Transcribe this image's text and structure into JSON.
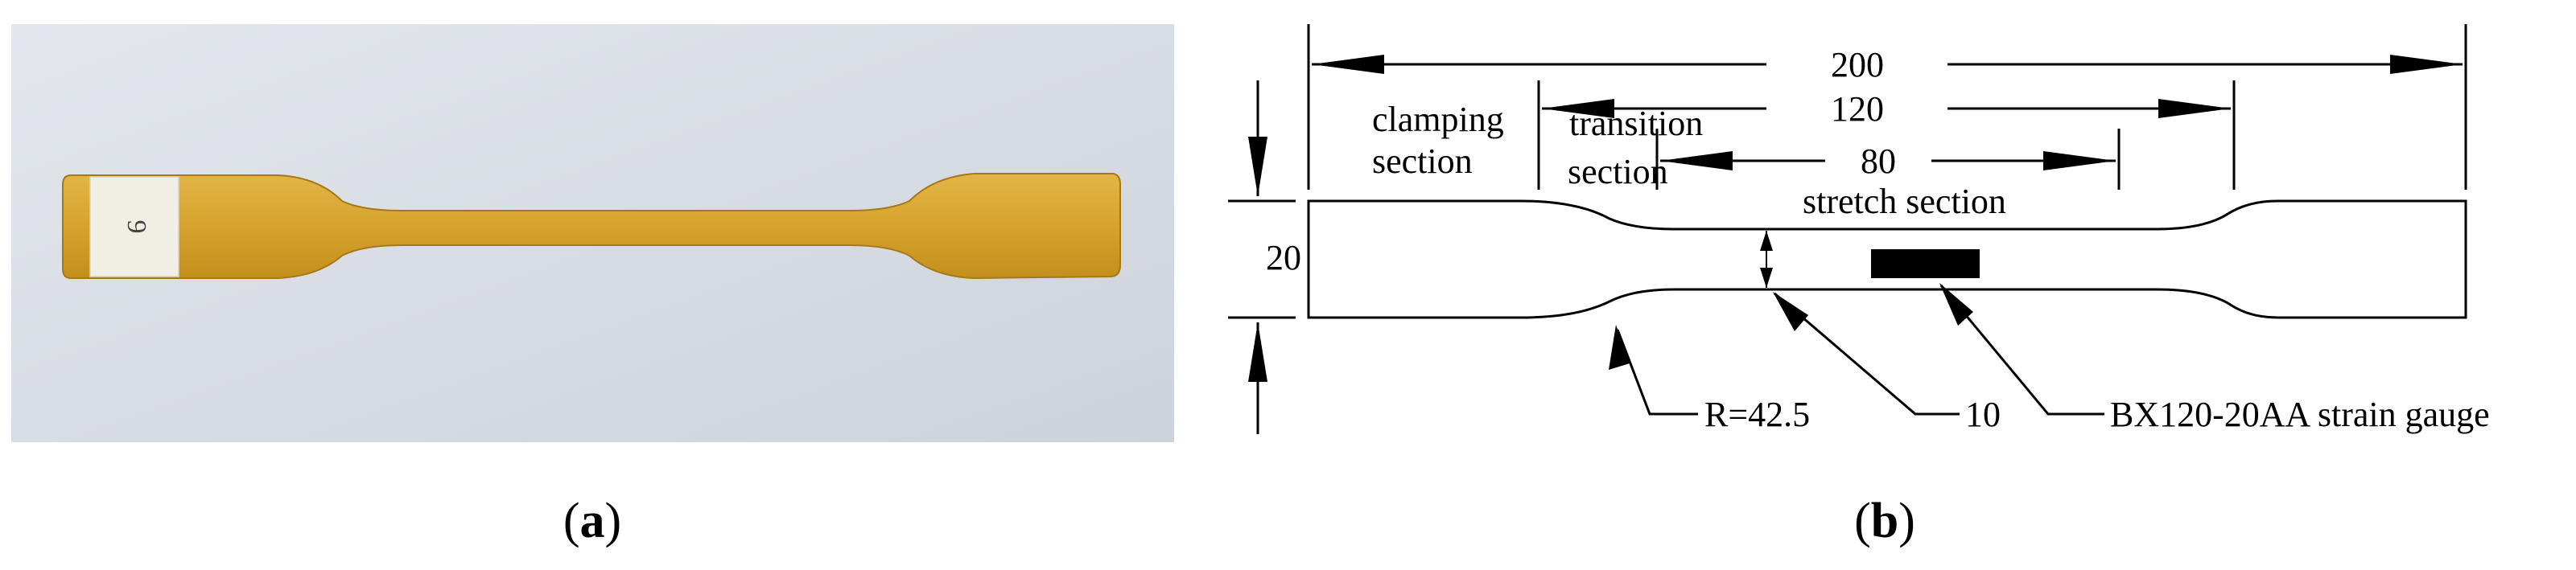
{
  "panels": {
    "a": {
      "caption": "a",
      "specimen_tag": "9"
    },
    "b": {
      "caption": "b"
    }
  },
  "drawing": {
    "dimensions": {
      "total_length": "200",
      "transition_to_end": "120",
      "stretch_length": "80",
      "width": "20",
      "radius": "R=42.5",
      "neck_width": "10"
    },
    "labels": {
      "clamping_line1": "clamping",
      "clamping_line2": "section",
      "transition_line1": "transition",
      "transition_line2": "section",
      "stretch": "stretch section",
      "gauge": "BX120-20AA strain gauge"
    }
  },
  "colors": {
    "background_a": "#d6dce2",
    "specimen_amber": "#d8a82e",
    "tab_white": "#f1efe4",
    "ink": "#000000"
  }
}
